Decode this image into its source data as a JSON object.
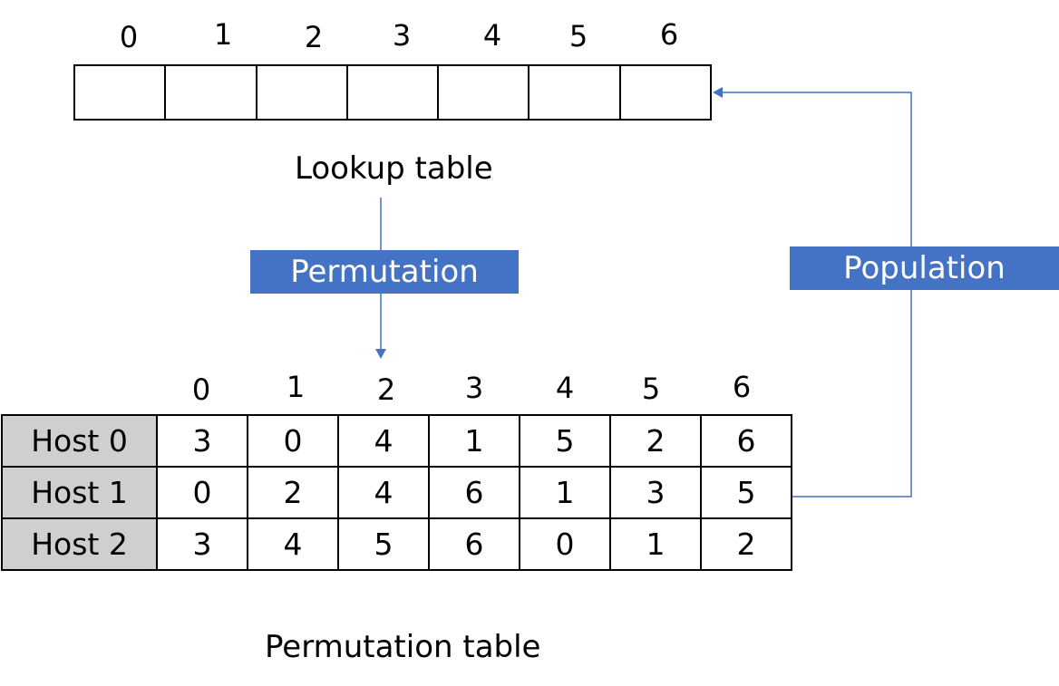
{
  "lookup_table": {
    "indices": [
      "0",
      "1",
      "2",
      "3",
      "4",
      "5",
      "6"
    ],
    "caption": "Lookup table"
  },
  "permutation_label": "Permutation",
  "population_label": "Population",
  "permutation_table": {
    "indices": [
      "0",
      "1",
      "2",
      "3",
      "4",
      "5",
      "6"
    ],
    "rows": [
      {
        "host": "Host 0",
        "values": [
          "3",
          "0",
          "4",
          "1",
          "5",
          "2",
          "6"
        ]
      },
      {
        "host": "Host 1",
        "values": [
          "0",
          "2",
          "4",
          "6",
          "1",
          "3",
          "5"
        ]
      },
      {
        "host": "Host 2",
        "values": [
          "3",
          "4",
          "5",
          "6",
          "0",
          "1",
          "2"
        ]
      }
    ],
    "caption": "Permutation table"
  },
  "colors": {
    "accent": "#4472c4",
    "host_cell_bg": "#d0cece",
    "border": "#000000"
  }
}
